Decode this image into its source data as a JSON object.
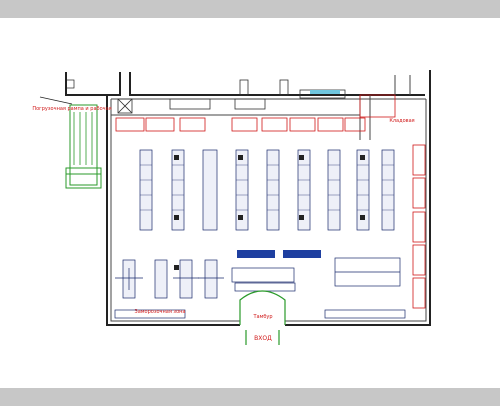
{
  "colors": {
    "background": "#c7c7c7",
    "sheet": "#ffffff",
    "wall": "#222222",
    "fixture": "#1a2a6c",
    "accent_red": "#d01818",
    "accent_green": "#2a9a2a",
    "accent_blue": "#1e3fa0",
    "accent_cyan": "#6fc6df"
  },
  "labels": {
    "top_left_red": "Погрузочная рампа и рабочая",
    "right_red": "Кладовая",
    "zone_left_red": "Заморозочная зона",
    "bottom_small": "Тамбур",
    "entrance": "ВХОД"
  },
  "icons": {
    "loading_dock": "loading-dock-icon",
    "truck": "truck-icon"
  }
}
